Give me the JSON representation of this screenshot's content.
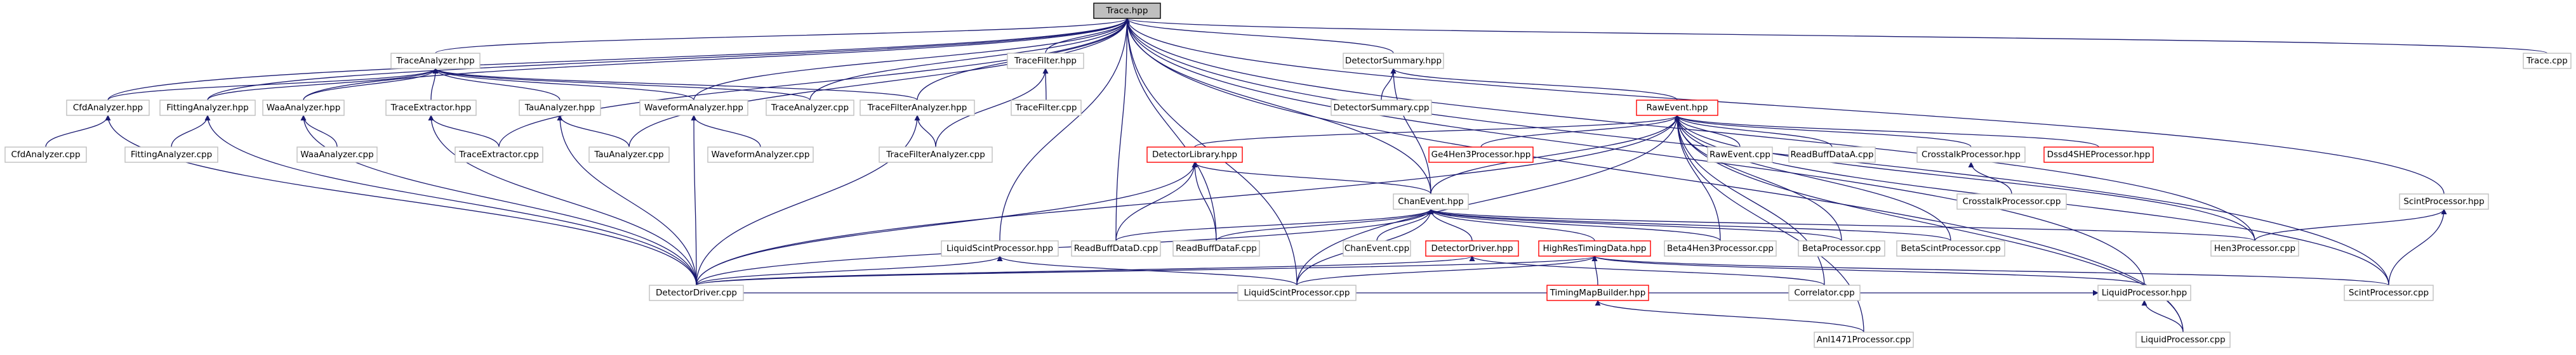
{
  "diagram": {
    "type": "include-dependency-graph",
    "colors": {
      "edge": "#191970",
      "node_border": "#bfbfbf",
      "node_border_truncated": "#ff0000",
      "root_fill": "#bfbfbf"
    },
    "nodes": [
      {
        "id": "Trace.hpp",
        "label": "Trace.hpp"
      },
      {
        "id": "Trace.cpp",
        "label": "Trace.cpp"
      },
      {
        "id": "TraceAnalyzer.hpp",
        "label": "TraceAnalyzer.hpp"
      },
      {
        "id": "TraceFilter.hpp",
        "label": "TraceFilter.hpp"
      },
      {
        "id": "DetectorSummary.hpp",
        "label": "DetectorSummary.hpp"
      },
      {
        "id": "CfdAnalyzer.hpp",
        "label": "CfdAnalyzer.hpp"
      },
      {
        "id": "FittingAnalyzer.hpp",
        "label": "FittingAnalyzer.hpp"
      },
      {
        "id": "WaaAnalyzer.hpp",
        "label": "WaaAnalyzer.hpp"
      },
      {
        "id": "TraceExtractor.hpp",
        "label": "TraceExtractor.hpp"
      },
      {
        "id": "TauAnalyzer.hpp",
        "label": "TauAnalyzer.hpp"
      },
      {
        "id": "WaveformAnalyzer.hpp",
        "label": "WaveformAnalyzer.hpp"
      },
      {
        "id": "TraceAnalyzer.cpp",
        "label": "TraceAnalyzer.cpp"
      },
      {
        "id": "TraceFilterAnalyzer.hpp",
        "label": "TraceFilterAnalyzer.hpp"
      },
      {
        "id": "TraceFilter.cpp",
        "label": "TraceFilter.cpp"
      },
      {
        "id": "DetectorSummary.cpp",
        "label": "DetectorSummary.cpp"
      },
      {
        "id": "RawEvent.hpp",
        "label": "RawEvent.hpp",
        "truncated": true
      },
      {
        "id": "CfdAnalyzer.cpp",
        "label": "CfdAnalyzer.cpp"
      },
      {
        "id": "FittingAnalyzer.cpp",
        "label": "FittingAnalyzer.cpp"
      },
      {
        "id": "WaaAnalyzer.cpp",
        "label": "WaaAnalyzer.cpp"
      },
      {
        "id": "TraceExtractor.cpp",
        "label": "TraceExtractor.cpp"
      },
      {
        "id": "TauAnalyzer.cpp",
        "label": "TauAnalyzer.cpp"
      },
      {
        "id": "WaveformAnalyzer.cpp",
        "label": "WaveformAnalyzer.cpp"
      },
      {
        "id": "TraceFilterAnalyzer.cpp",
        "label": "TraceFilterAnalyzer.cpp"
      },
      {
        "id": "Ge4Hen3Processor.hpp",
        "label": "Ge4Hen3Processor.hpp",
        "truncated": true
      },
      {
        "id": "RawEvent.cpp",
        "label": "RawEvent.cpp"
      },
      {
        "id": "ReadBuffDataA.cpp",
        "label": "ReadBuffDataA.cpp"
      },
      {
        "id": "CrosstalkProcessor.hpp",
        "label": "CrosstalkProcessor.hpp"
      },
      {
        "id": "Dssd4SHEProcessor.hpp",
        "label": "Dssd4SHEProcessor.hpp",
        "truncated": true
      },
      {
        "id": "DetectorLibrary.hpp",
        "label": "DetectorLibrary.hpp",
        "truncated": true
      },
      {
        "id": "CrosstalkProcessor.cpp",
        "label": "CrosstalkProcessor.cpp"
      },
      {
        "id": "ScintProcessor.hpp",
        "label": "ScintProcessor.hpp"
      },
      {
        "id": "ChanEvent.hpp",
        "label": "ChanEvent.hpp"
      },
      {
        "id": "LiquidScintProcessor.hpp",
        "label": "LiquidScintProcessor.hpp"
      },
      {
        "id": "ReadBuffDataD.cpp",
        "label": "ReadBuffDataD.cpp"
      },
      {
        "id": "ReadBuffDataF.cpp",
        "label": "ReadBuffDataF.cpp"
      },
      {
        "id": "ChanEvent.cpp",
        "label": "ChanEvent.cpp"
      },
      {
        "id": "DetectorDriver.hpp",
        "label": "DetectorDriver.hpp",
        "truncated": true
      },
      {
        "id": "HighResTimingData.hpp",
        "label": "HighResTimingData.hpp",
        "truncated": true
      },
      {
        "id": "Beta4Hen3Processor.cpp",
        "label": "Beta4Hen3Processor.cpp"
      },
      {
        "id": "BetaProcessor.cpp",
        "label": "BetaProcessor.cpp"
      },
      {
        "id": "BetaScintProcessor.cpp",
        "label": "BetaScintProcessor.cpp"
      },
      {
        "id": "Hen3Processor.cpp",
        "label": "Hen3Processor.cpp"
      },
      {
        "id": "DetectorDriver.cpp",
        "label": "DetectorDriver.cpp"
      },
      {
        "id": "LiquidScintProcessor.cpp",
        "label": "LiquidScintProcessor.cpp"
      },
      {
        "id": "TimingMapBuilder.hpp",
        "label": "TimingMapBuilder.hpp",
        "truncated": true
      },
      {
        "id": "Correlator.cpp",
        "label": "Correlator.cpp"
      },
      {
        "id": "LiquidProcessor.hpp",
        "label": "LiquidProcessor.hpp"
      },
      {
        "id": "ScintProcessor.cpp",
        "label": "ScintProcessor.cpp"
      },
      {
        "id": "Anl1471Processor.cpp",
        "label": "Anl1471Processor.cpp"
      },
      {
        "id": "LiquidProcessor.cpp",
        "label": "LiquidProcessor.cpp"
      }
    ],
    "edges": [
      [
        "Trace.hpp",
        "Trace.cpp"
      ],
      [
        "Trace.hpp",
        "TraceAnalyzer.hpp"
      ],
      [
        "Trace.hpp",
        "TraceFilter.hpp"
      ],
      [
        "Trace.hpp",
        "DetectorSummary.hpp"
      ],
      [
        "Trace.hpp",
        "CfdAnalyzer.hpp"
      ],
      [
        "Trace.hpp",
        "FittingAnalyzer.hpp"
      ],
      [
        "Trace.hpp",
        "WaaAnalyzer.hpp"
      ],
      [
        "Trace.hpp",
        "TraceExtractor.cpp"
      ],
      [
        "Trace.hpp",
        "TauAnalyzer.cpp"
      ],
      [
        "Trace.hpp",
        "WaveformAnalyzer.hpp"
      ],
      [
        "Trace.hpp",
        "TraceAnalyzer.cpp"
      ],
      [
        "Trace.hpp",
        "TraceFilterAnalyzer.hpp"
      ],
      [
        "Trace.hpp",
        "ReadBuffDataD.cpp"
      ],
      [
        "Trace.hpp",
        "ReadBuffDataF.cpp"
      ],
      [
        "Trace.hpp",
        "LiquidScintProcessor.hpp"
      ],
      [
        "Trace.hpp",
        "LiquidScintProcessor.cpp"
      ],
      [
        "Trace.hpp",
        "ChanEvent.hpp"
      ],
      [
        "Trace.hpp",
        "Hen3Processor.cpp"
      ],
      [
        "Trace.hpp",
        "ScintProcessor.hpp"
      ],
      [
        "Trace.hpp",
        "LiquidProcessor.hpp"
      ],
      [
        "Trace.hpp",
        "ScintProcessor.cpp"
      ],
      [
        "Trace.hpp",
        "LiquidProcessor.cpp"
      ],
      [
        "TraceAnalyzer.hpp",
        "CfdAnalyzer.hpp"
      ],
      [
        "TraceAnalyzer.hpp",
        "FittingAnalyzer.hpp"
      ],
      [
        "TraceAnalyzer.hpp",
        "WaaAnalyzer.hpp"
      ],
      [
        "TraceAnalyzer.hpp",
        "TraceExtractor.hpp"
      ],
      [
        "TraceAnalyzer.hpp",
        "TauAnalyzer.hpp"
      ],
      [
        "TraceAnalyzer.hpp",
        "WaveformAnalyzer.hpp"
      ],
      [
        "TraceAnalyzer.hpp",
        "TraceAnalyzer.cpp"
      ],
      [
        "TraceAnalyzer.hpp",
        "TraceFilterAnalyzer.hpp"
      ],
      [
        "TraceFilter.hpp",
        "TraceFilter.cpp"
      ],
      [
        "TraceFilter.hpp",
        "TraceFilterAnalyzer.cpp"
      ],
      [
        "DetectorSummary.hpp",
        "DetectorSummary.cpp"
      ],
      [
        "DetectorSummary.hpp",
        "RawEvent.hpp"
      ],
      [
        "DetectorSummary.hpp",
        "ChanEvent.hpp"
      ],
      [
        "CfdAnalyzer.hpp",
        "CfdAnalyzer.cpp"
      ],
      [
        "CfdAnalyzer.hpp",
        "DetectorDriver.cpp"
      ],
      [
        "FittingAnalyzer.hpp",
        "FittingAnalyzer.cpp"
      ],
      [
        "FittingAnalyzer.hpp",
        "DetectorDriver.cpp"
      ],
      [
        "WaaAnalyzer.hpp",
        "WaaAnalyzer.cpp"
      ],
      [
        "WaaAnalyzer.hpp",
        "DetectorDriver.cpp"
      ],
      [
        "TraceExtractor.hpp",
        "TraceExtractor.cpp"
      ],
      [
        "TraceExtractor.hpp",
        "DetectorDriver.cpp"
      ],
      [
        "TauAnalyzer.hpp",
        "TauAnalyzer.cpp"
      ],
      [
        "TauAnalyzer.hpp",
        "DetectorDriver.cpp"
      ],
      [
        "WaveformAnalyzer.hpp",
        "WaveformAnalyzer.cpp"
      ],
      [
        "WaveformAnalyzer.hpp",
        "DetectorDriver.cpp"
      ],
      [
        "TraceFilterAnalyzer.hpp",
        "TraceFilterAnalyzer.cpp"
      ],
      [
        "TraceFilterAnalyzer.hpp",
        "DetectorDriver.cpp"
      ],
      [
        "RawEvent.hpp",
        "DetectorDriver.cpp"
      ],
      [
        "RawEvent.hpp",
        "Ge4Hen3Processor.hpp"
      ],
      [
        "RawEvent.hpp",
        "RawEvent.cpp"
      ],
      [
        "RawEvent.hpp",
        "ReadBuffDataA.cpp"
      ],
      [
        "RawEvent.hpp",
        "CrosstalkProcessor.hpp"
      ],
      [
        "RawEvent.hpp",
        "Dssd4SHEProcessor.hpp"
      ],
      [
        "RawEvent.hpp",
        "DetectorLibrary.hpp"
      ],
      [
        "RawEvent.hpp",
        "ChanEvent.hpp"
      ],
      [
        "RawEvent.hpp",
        "LiquidScintProcessor.cpp"
      ],
      [
        "RawEvent.hpp",
        "Beta4Hen3Processor.cpp"
      ],
      [
        "RawEvent.hpp",
        "BetaProcessor.cpp"
      ],
      [
        "RawEvent.hpp",
        "BetaScintProcessor.cpp"
      ],
      [
        "RawEvent.hpp",
        "Hen3Processor.cpp"
      ],
      [
        "RawEvent.hpp",
        "Correlator.cpp"
      ],
      [
        "RawEvent.hpp",
        "ScintProcessor.cpp"
      ],
      [
        "RawEvent.hpp",
        "Anl1471Processor.cpp"
      ],
      [
        "RawEvent.hpp",
        "LiquidProcessor.cpp"
      ],
      [
        "CrosstalkProcessor.hpp",
        "CrosstalkProcessor.cpp"
      ],
      [
        "DetectorLibrary.hpp",
        "ChanEvent.hpp"
      ],
      [
        "DetectorLibrary.hpp",
        "ReadBuffDataD.cpp"
      ],
      [
        "DetectorLibrary.hpp",
        "ReadBuffDataF.cpp"
      ],
      [
        "DetectorLibrary.hpp",
        "DetectorDriver.cpp"
      ],
      [
        "ScintProcessor.hpp",
        "Hen3Processor.cpp"
      ],
      [
        "ScintProcessor.hpp",
        "ScintProcessor.cpp"
      ],
      [
        "ChanEvent.hpp",
        "ReadBuffDataD.cpp"
      ],
      [
        "ChanEvent.hpp",
        "ReadBuffDataF.cpp"
      ],
      [
        "ChanEvent.hpp",
        "ChanEvent.cpp"
      ],
      [
        "ChanEvent.hpp",
        "DetectorDriver.hpp"
      ],
      [
        "ChanEvent.hpp",
        "HighResTimingData.hpp"
      ],
      [
        "ChanEvent.hpp",
        "Beta4Hen3Processor.cpp"
      ],
      [
        "ChanEvent.hpp",
        "BetaProcessor.cpp"
      ],
      [
        "ChanEvent.hpp",
        "BetaScintProcessor.cpp"
      ],
      [
        "ChanEvent.hpp",
        "Hen3Processor.cpp"
      ],
      [
        "ChanEvent.hpp",
        "DetectorDriver.cpp"
      ],
      [
        "ChanEvent.hpp",
        "LiquidScintProcessor.cpp"
      ],
      [
        "LiquidScintProcessor.hpp",
        "DetectorDriver.cpp"
      ],
      [
        "LiquidScintProcessor.hpp",
        "LiquidScintProcessor.cpp"
      ],
      [
        "DetectorDriver.hpp",
        "DetectorDriver.cpp"
      ],
      [
        "DetectorDriver.hpp",
        "Correlator.cpp"
      ],
      [
        "HighResTimingData.hpp",
        "DetectorDriver.cpp"
      ],
      [
        "HighResTimingData.hpp",
        "LiquidScintProcessor.cpp"
      ],
      [
        "HighResTimingData.hpp",
        "TimingMapBuilder.hpp"
      ],
      [
        "HighResTimingData.hpp",
        "LiquidProcessor.hpp"
      ],
      [
        "HighResTimingData.hpp",
        "ScintProcessor.cpp"
      ],
      [
        "TimingMapBuilder.hpp",
        "Anl1471Processor.cpp"
      ],
      [
        "LiquidProcessor.hpp",
        "LiquidProcessor.cpp"
      ],
      [
        "LiquidProcessor.hpp",
        "DetectorDriver.cpp"
      ]
    ]
  }
}
